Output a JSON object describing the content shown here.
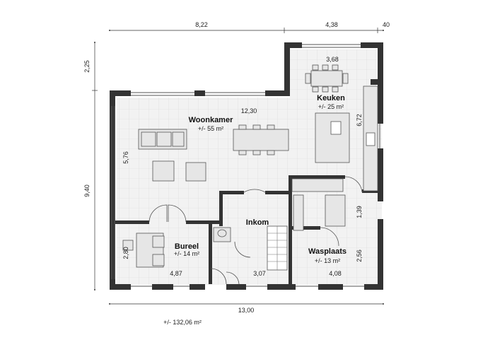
{
  "plan": {
    "colors": {
      "wall": "#333333",
      "floor_tile": "#efefef",
      "furniture": "#e6e6e6",
      "line": "#555555"
    },
    "top_dims": {
      "left": "8,22",
      "middle": "4,38",
      "right": "40"
    },
    "left_dims": {
      "upper": "2,25",
      "lower": "9,40"
    },
    "bottom_dim": "13,00",
    "total_area": "+/- 132,06 m²",
    "interior_dims": {
      "width_woon": "12,30",
      "keuken_width": "3,68",
      "woon_height": "5,76",
      "keuken_height": "6,72",
      "bureel_width": "4,87",
      "bureel_height": "2,80",
      "inkom_width": "3,07",
      "was_width": "4,08",
      "was_height": "2,56",
      "gang_height": "1,39"
    },
    "rooms": {
      "woonkamer": {
        "name": "Woonkamer",
        "area": "+/- 55 m²"
      },
      "keuken": {
        "name": "Keuken",
        "area": "+/- 25 m²"
      },
      "inkom": {
        "name": "Inkom",
        "area": ""
      },
      "bureel": {
        "name": "Bureel",
        "area": "+/- 14 m²"
      },
      "wasplaats": {
        "name": "Wasplaats",
        "area": "+/- 13 m²"
      }
    }
  }
}
